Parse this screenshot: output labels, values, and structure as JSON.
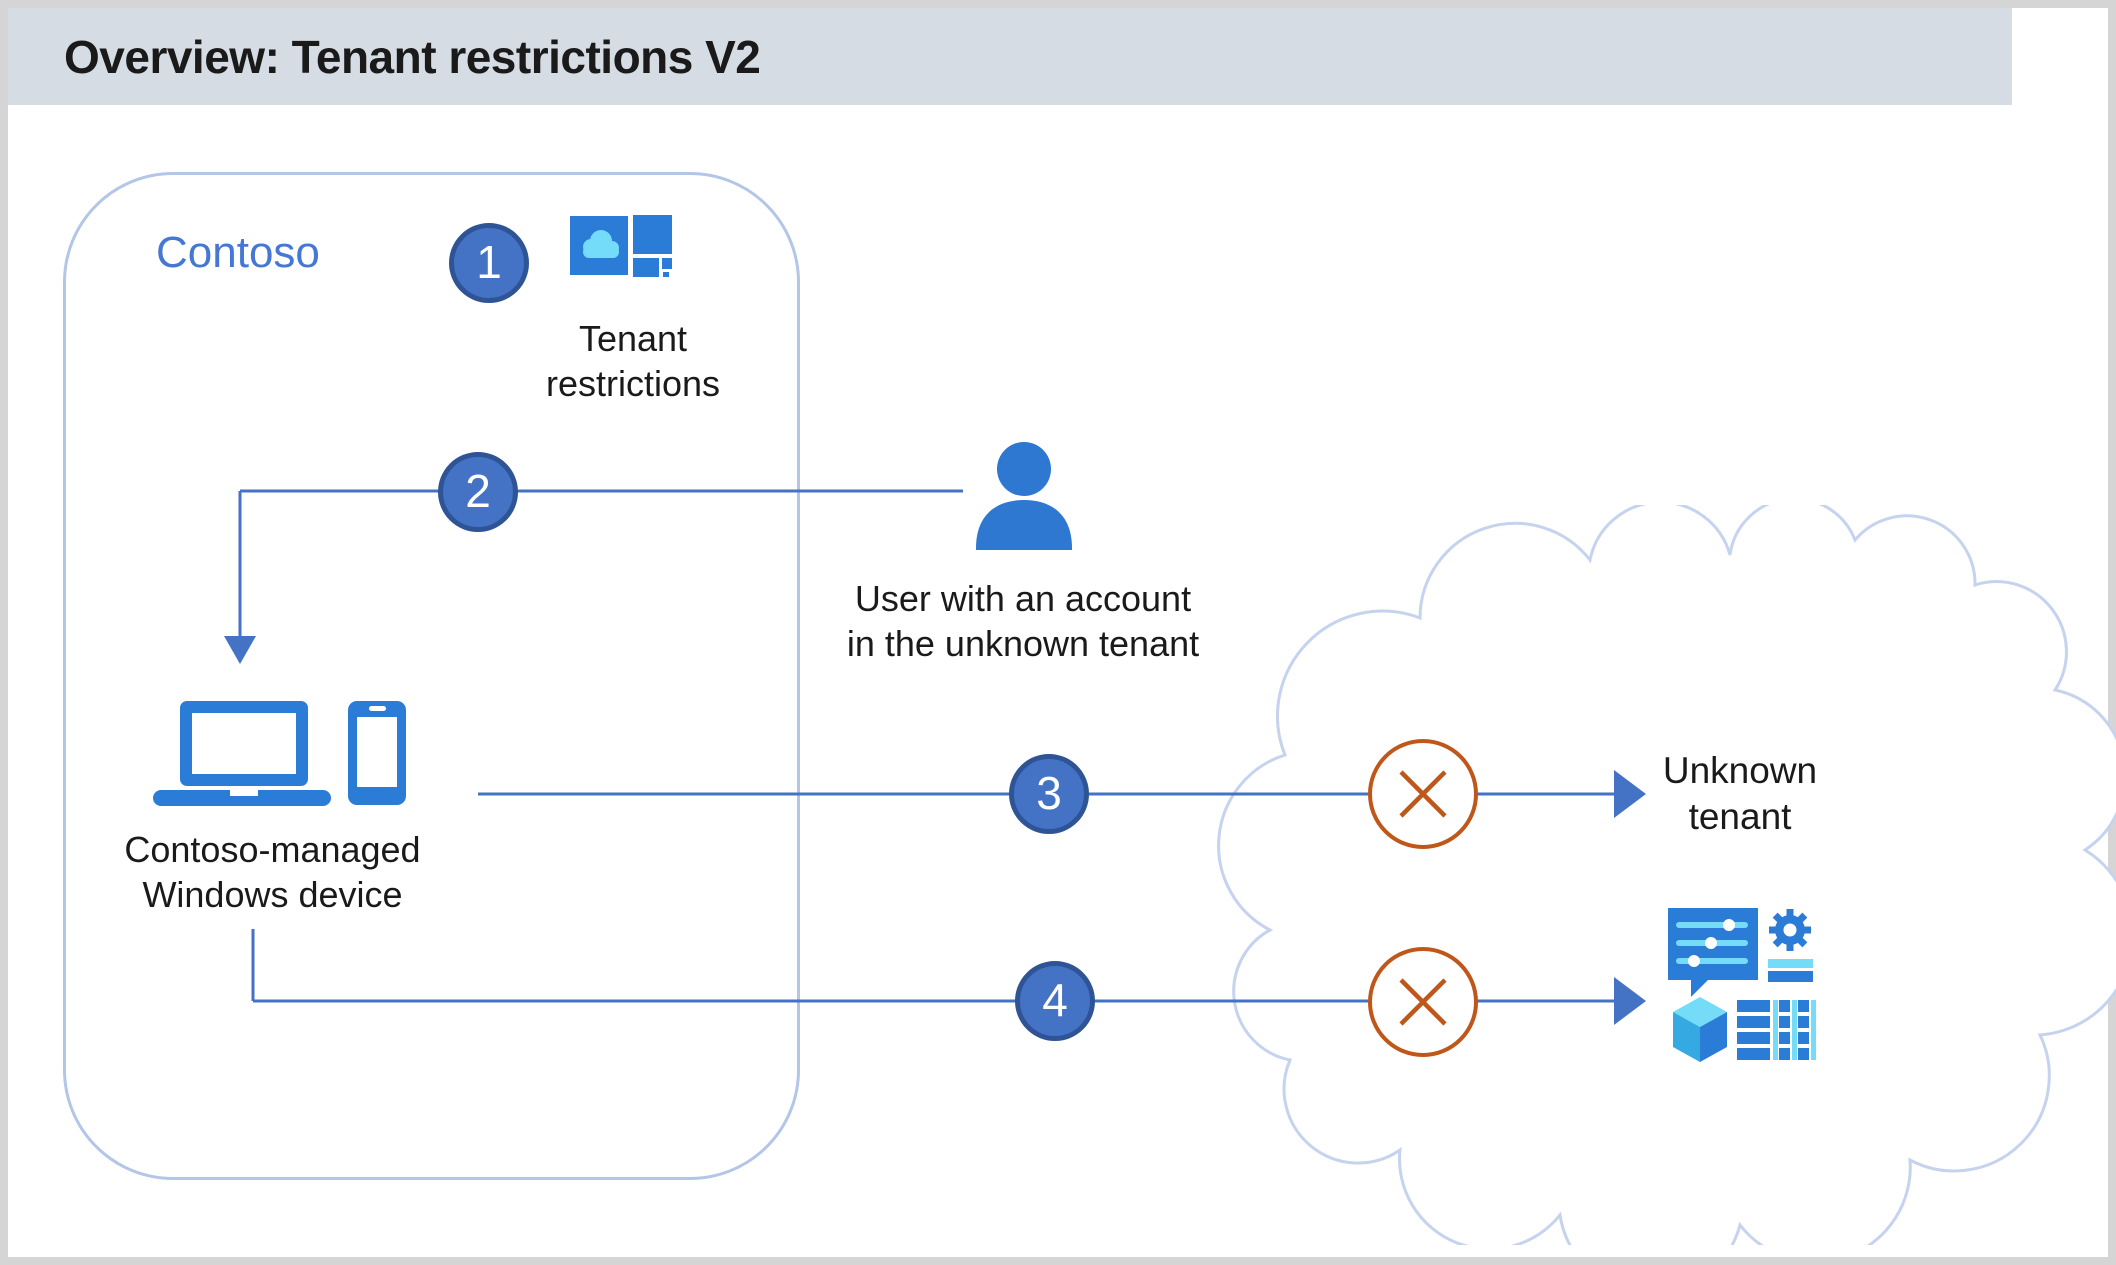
{
  "colors": {
    "frame-border": "#D5D5D5",
    "header-bg": "#D6DCE4",
    "box-border": "#B3C6E7",
    "line-blue": "#4472C4",
    "badge-fill": "#4472C4",
    "badge-border": "#2F5496",
    "icon-blue": "#2B7CD6",
    "icon-cyan": "#74DBF8",
    "person-blue": "#2E78D2",
    "block-orange": "#C0571A",
    "cloud-border": "#C5D3EE",
    "cube-side": "#35A9E1",
    "contoso-blue": "#4577D4",
    "text-dark": "#1A1A1A"
  },
  "header": {
    "title": "Overview: Tenant restrictions V2"
  },
  "contoso_box": {
    "label": "Contoso"
  },
  "steps": [
    "1",
    "2",
    "3",
    "4"
  ],
  "labels": {
    "tenant_restrictions": [
      "Tenant",
      "restrictions"
    ],
    "user": [
      "User with an account",
      "in the unknown tenant"
    ],
    "device": [
      "Contoso-managed",
      "Windows device"
    ],
    "unknown_tenant": [
      "Unknown",
      "tenant"
    ]
  },
  "icons": {
    "tenant-restrictions-icon": "blue tile with cloud + app tiles",
    "user-icon": "person silhouette",
    "device-icon": "laptop and smartphone",
    "blocked-icon": "orange circle with X (blocked)",
    "arrowhead-icon": "filled triangle arrowhead",
    "services-icon": "feedback bubble, gear, cube, table tiles",
    "cloud-icon": "unknown tenant cloud outline"
  }
}
